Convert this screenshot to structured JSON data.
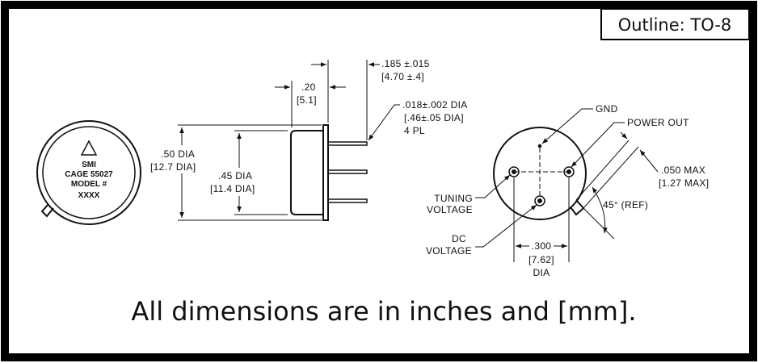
{
  "outline_label": "Outline: TO-8",
  "footer_note": "All dimensions are in inches and [mm].",
  "top_view": {
    "brand": "SMI",
    "cage": "CAGE 55027",
    "model": "MODEL #",
    "model_code": "XXXX"
  },
  "side_view": {
    "pin_length": ".185 ±.015",
    "pin_length_mm": "[4.70 ±.4]",
    "flange_width": ".20",
    "flange_width_mm": "[5.1]",
    "pin_dia": ".018±.002 DIA",
    "pin_dia_mm": "[.46±.05 DIA]",
    "pin_count": "4 PL",
    "flange_dia": ".50 DIA",
    "flange_dia_mm": "[12.7 DIA]",
    "body_dia": ".45 DIA",
    "body_dia_mm": "[11.4 DIA]"
  },
  "bottom_view": {
    "gnd": "GND",
    "power_out": "POWER OUT",
    "tab_max": ".050 MAX",
    "tab_max_mm": "[1.27 MAX]",
    "angle": "45° (REF)",
    "tuning_1": "TUNING",
    "tuning_2": "VOLTAGE",
    "dc_1": "DC",
    "dc_2": "VOLTAGE",
    "pin_circle": ".300",
    "pin_circle_mm": "[7.62]",
    "pin_circle_unit": "DIA"
  }
}
